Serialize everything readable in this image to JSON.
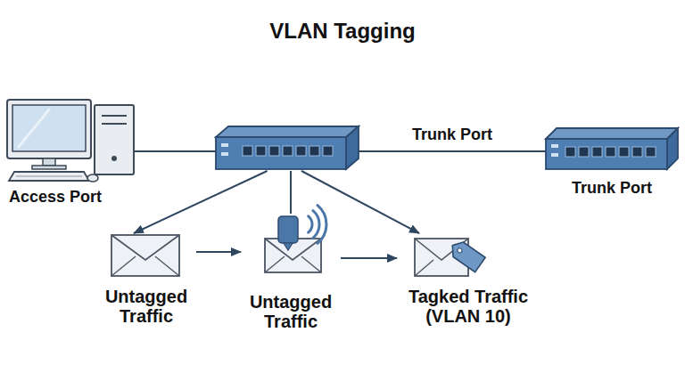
{
  "diagram": {
    "title": "VLAN Tagging",
    "nodes": [
      {
        "text": [
          "Access Port"
        ]
      },
      {
        "text": []
      },
      {
        "text": [
          "Trunk Port"
        ]
      },
      {
        "text": [
          "Untagged Traffic"
        ]
      },
      {
        "text": [
          "Untagged Traffic"
        ]
      },
      {
        "text": [
          "Tagked Traffic (VLAN 10)"
        ]
      }
    ],
    "edges": [
      {
        "from": 0,
        "to": 1,
        "arrow": "none"
      },
      {
        "from": 1,
        "to": 2,
        "arrow": "none",
        "label": "Trunk Port"
      },
      {
        "from": 1,
        "to": 3,
        "arrow": "to"
      },
      {
        "from": 1,
        "to": 4,
        "arrow": "none"
      },
      {
        "from": 1,
        "to": 5,
        "arrow": "to"
      },
      {
        "from": 3,
        "to": 4,
        "arrow": "to"
      },
      {
        "from": 4,
        "to": 5,
        "arrow": "to"
      }
    ]
  }
}
